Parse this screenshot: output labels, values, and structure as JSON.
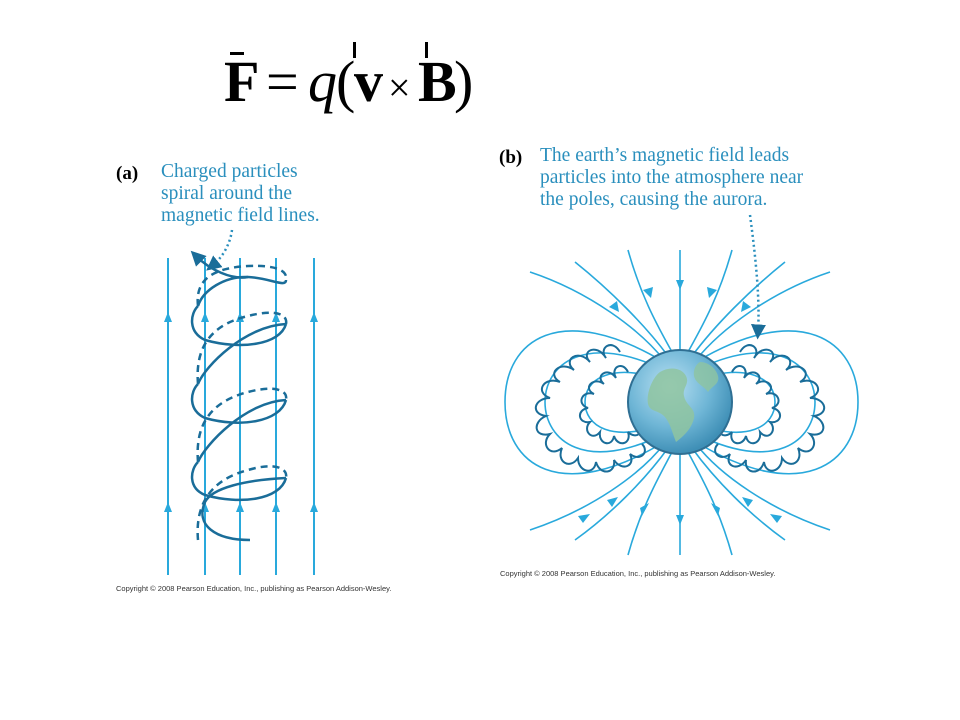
{
  "formula": {
    "force_symbol": "F",
    "equals": "=",
    "charge_symbol": "q",
    "open_paren": "(",
    "velocity_symbol": "v",
    "cross": "×",
    "field_symbol": "B",
    "close_paren": ")"
  },
  "panel_a": {
    "letter": "(a)",
    "caption_lines": [
      "Charged particles",
      "spiral around the",
      "magnetic field lines."
    ],
    "copyright": "Copyright © 2008 Pearson Education, Inc., publishing as Pearson Addison-Wesley."
  },
  "panel_b": {
    "letter": "(b)",
    "caption_lines": [
      "The earth’s magnetic field leads",
      "particles into the atmosphere near",
      "the poles, causing the aurora."
    ],
    "copyright": "Copyright © 2008 Pearson Education, Inc., publishing as Pearson Addison-Wesley."
  },
  "colors": {
    "field_line": "#29a9dc",
    "particle_path": "#1a6d99",
    "caption": "#2a8fbd",
    "ocean": "#6fb6d6",
    "land": "#8fc4a0"
  }
}
